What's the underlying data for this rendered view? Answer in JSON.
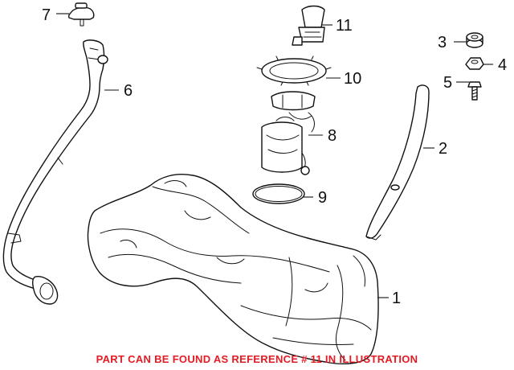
{
  "callouts": [
    "1",
    "2",
    "3",
    "4",
    "5",
    "6",
    "7",
    "8",
    "9",
    "10",
    "11"
  ],
  "footnote": "PART CAN BE FOUND AS REFERENCE # 11 IN ILLUSTRATION",
  "colors": {
    "line": "#111111",
    "footnote": "#e31b23",
    "background": "#ffffff"
  }
}
